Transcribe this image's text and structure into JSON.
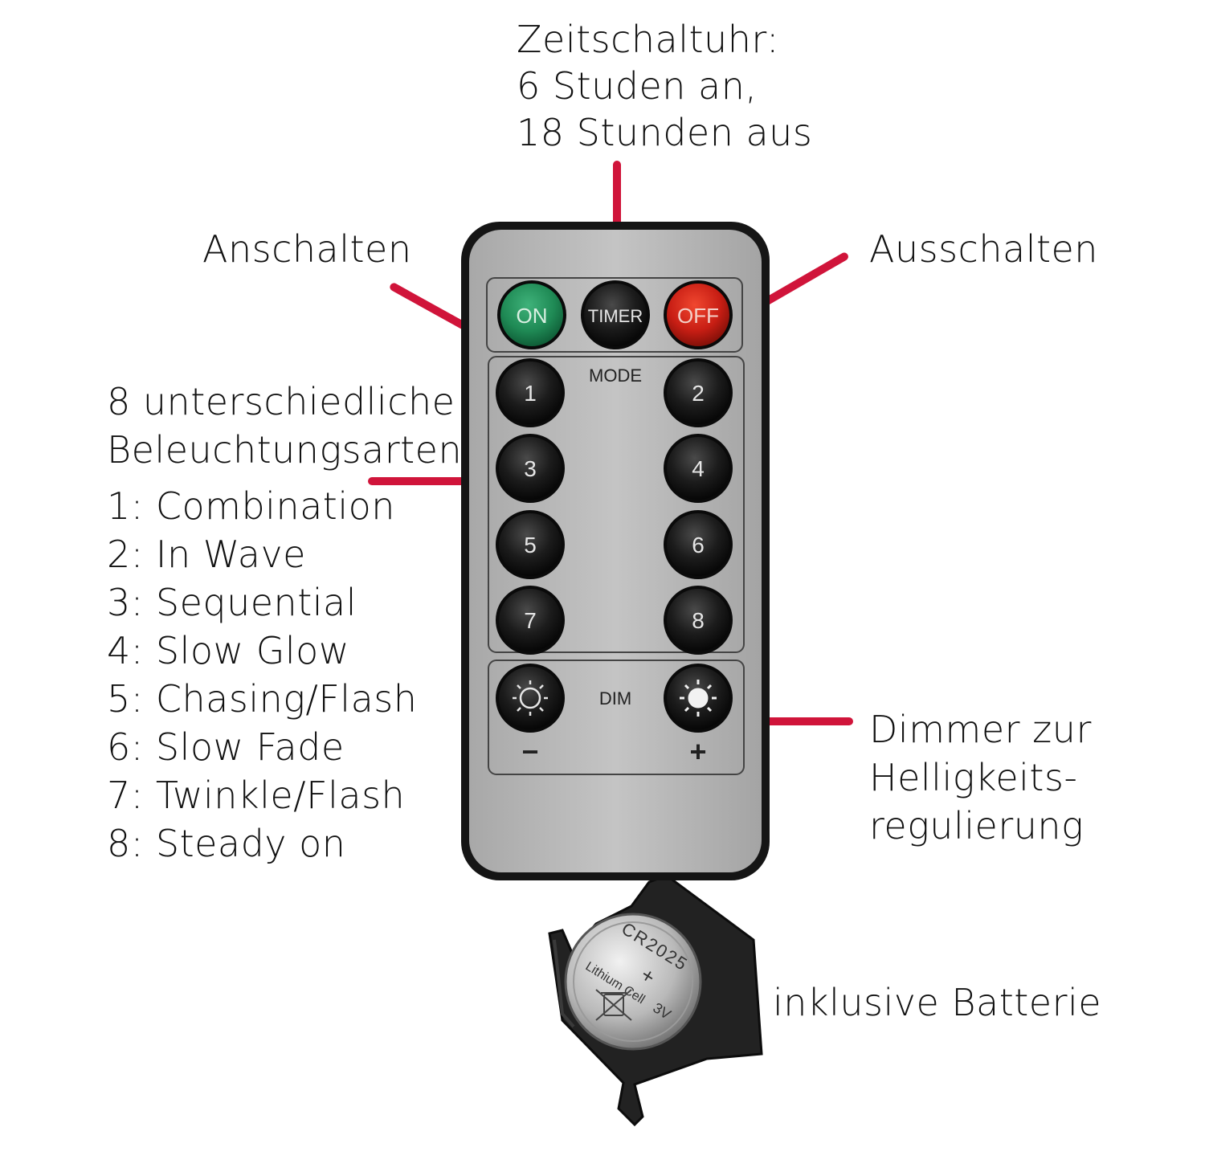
{
  "callouts": {
    "timer": {
      "lines": [
        "Zeitschaltuhr:",
        "6 Studen an,",
        "18 Stunden aus"
      ]
    },
    "on": {
      "text": "Anschalten"
    },
    "off": {
      "text": "Ausschalten"
    },
    "modes": {
      "heading": [
        "8 unterschiedliche",
        "Beleuchtungsarten"
      ],
      "items": [
        "1: Combination",
        "2: In Wave",
        "3: Sequential",
        "4: Slow Glow",
        "5: Chasing/Flash",
        "6: Slow Fade",
        "7: Twinkle/Flash",
        "8: Steady on"
      ]
    },
    "dimmer": {
      "lines": [
        "Dimmer zur",
        "Helligkeits-",
        "regulierung"
      ]
    },
    "battery": {
      "text": "inklusive Batterie"
    }
  },
  "remote": {
    "buttons": {
      "on": "ON",
      "timer": "TIMER",
      "off": "OFF"
    },
    "mode_label": "MODE",
    "mode_buttons": [
      "1",
      "2",
      "3",
      "4",
      "5",
      "6",
      "7",
      "8"
    ],
    "dim_label": "DIM",
    "dim_minus": "−",
    "dim_plus": "+"
  },
  "battery": {
    "model": "CR2025",
    "voltage": "3V",
    "type": "Lithium Cell",
    "polarity": "+"
  },
  "colors": {
    "pointer": "#d0143a",
    "remote_body": "#b9b9b9",
    "remote_border": "#1a1a1a",
    "on_button": "#1f8a55",
    "off_button": "#c81e14",
    "dark_button": "#1c1c1c"
  }
}
